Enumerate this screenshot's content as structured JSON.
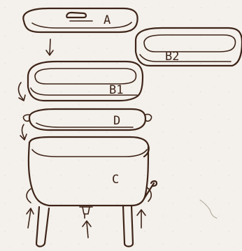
{
  "labels": {
    "a": "A",
    "b2": "B2",
    "b1": "B1",
    "d": "D",
    "c": "C"
  },
  "colors": {
    "ink": "#3e2418",
    "paper": "#f4f1ec"
  }
}
